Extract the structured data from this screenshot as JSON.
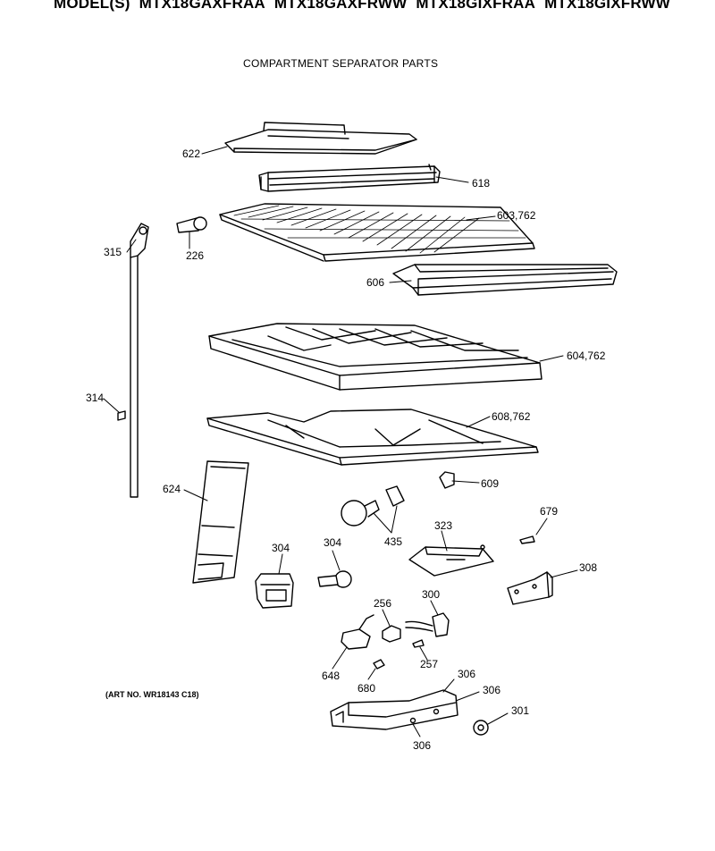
{
  "header": {
    "models_prefix": "MODEL(S)",
    "models": [
      "MTX18GAXFRAA",
      "MTX18GAXFRWW",
      "MTX18GIXFRAA",
      "MTX18GIXFRWW"
    ],
    "title": "COMPARTMENT SEPARATOR PARTS"
  },
  "art_number": "(ART NO. WR18143 C18)",
  "parts": {
    "p622": "622",
    "p618": "618",
    "p603": "603,762",
    "p315": "315",
    "p226": "226",
    "p606": "606",
    "p604": "604,762",
    "p314": "314",
    "p608": "608,762",
    "p609": "609",
    "p624": "624",
    "p435": "435",
    "p323": "323",
    "p679": "679",
    "p304a": "304",
    "p304b": "304",
    "p308": "308",
    "p256": "256",
    "p300": "300",
    "p257": "257",
    "p648": "648",
    "p680": "680",
    "p306a": "306",
    "p306b": "306",
    "p306c": "306",
    "p301": "301"
  }
}
